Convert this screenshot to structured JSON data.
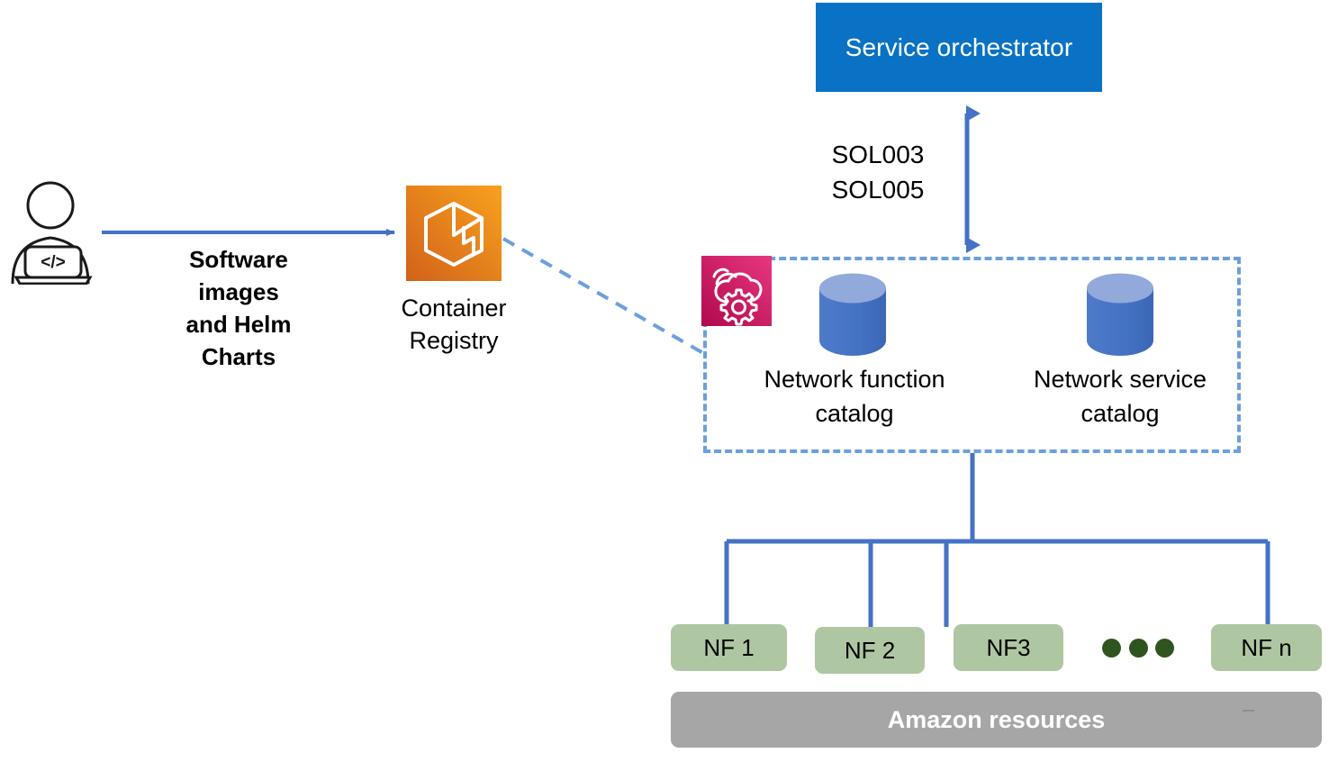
{
  "diagram": {
    "title": "AWS Telco Network Builder network function deployment architecture",
    "colors": {
      "orchestrator_blue": "#0972C4",
      "connector_blue": "#4472C4",
      "dashed_blue": "#6CA0DC",
      "registry_orange": "#E8821C",
      "tnb_pink": "#C9156B",
      "cylinder_body": "#4472C4",
      "cylinder_top": "#92A9DC",
      "nf_green": "#AFC6A2",
      "dot_green": "#2F5420",
      "resources_gray": "#A6A6A6",
      "text_black": "#000000",
      "text_white": "#FFFFFF"
    }
  },
  "orchestrator": {
    "label": "Service orchestrator"
  },
  "interfaces": {
    "sol_labels": "SOL003\nSOL005",
    "sol_line_1": "SOL003",
    "sol_line_2": "SOL005"
  },
  "developer": {
    "icon_name": "developer-laptop-icon",
    "flow_label": "Software\nimages\nand Helm\nCharts",
    "flow_line_1": "Software",
    "flow_line_2": "images",
    "flow_line_3": "and Helm",
    "flow_line_4": "Charts"
  },
  "registry": {
    "icon_name": "container-registry-icon",
    "label": "Container\nRegistry",
    "label_line_1": "Container",
    "label_line_2": "Registry"
  },
  "catalogs": {
    "builder_icon_name": "telco-network-builder-icon",
    "items": [
      {
        "id": "network-function-catalog",
        "label": "Network function\ncatalog",
        "label_line_1": "Network function",
        "label_line_2": "catalog",
        "icon_name": "database-cylinder-icon"
      },
      {
        "id": "network-service-catalog",
        "label": "Network service\ncatalog",
        "label_line_1": "Network service",
        "label_line_2": "catalog",
        "icon_name": "database-cylinder-icon"
      }
    ]
  },
  "network_functions": {
    "items": [
      {
        "id": "nf-1",
        "label": "NF 1"
      },
      {
        "id": "nf-2",
        "label": "NF 2"
      },
      {
        "id": "nf-3",
        "label": "NF3"
      },
      {
        "id": "nf-n",
        "label": "NF n"
      }
    ],
    "ellipsis_dot_count": 3
  },
  "resources": {
    "label": "Amazon resources"
  }
}
